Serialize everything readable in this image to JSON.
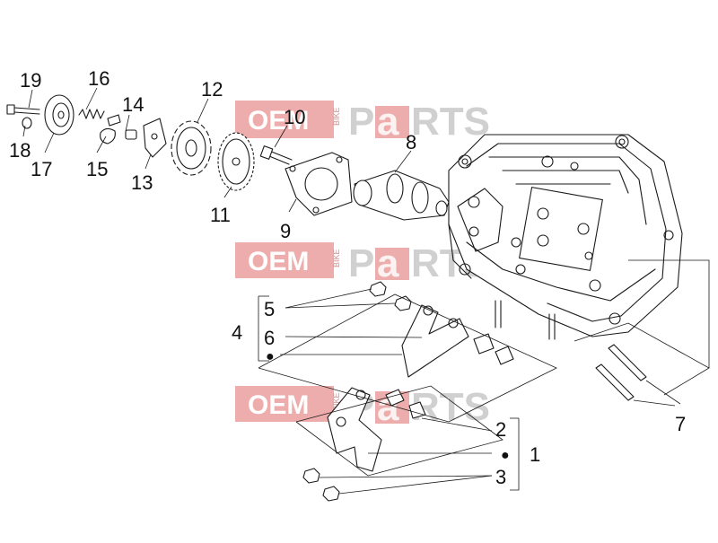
{
  "watermark": {
    "oem": "OEM",
    "bike": "BIKE",
    "parts_p": "P",
    "parts_a": "a",
    "parts_rts": "RTS"
  },
  "callouts": {
    "c1": "1",
    "c2": "2",
    "c3": "3",
    "c4": "4",
    "c5": "5",
    "c6": "6",
    "c7": "7",
    "c8": "8",
    "c9": "9",
    "c10": "10",
    "c11": "11",
    "c12": "12",
    "c13": "13",
    "c14": "14",
    "c15": "15",
    "c16": "16",
    "c17": "17",
    "c18": "18",
    "c19": "19"
  },
  "kit_markers": {
    "group_1": "●",
    "group_4": "●"
  },
  "colors": {
    "watermark_red": "#e06a6a",
    "watermark_gray": "#c8c8c8",
    "line": "#1a1a1a"
  }
}
